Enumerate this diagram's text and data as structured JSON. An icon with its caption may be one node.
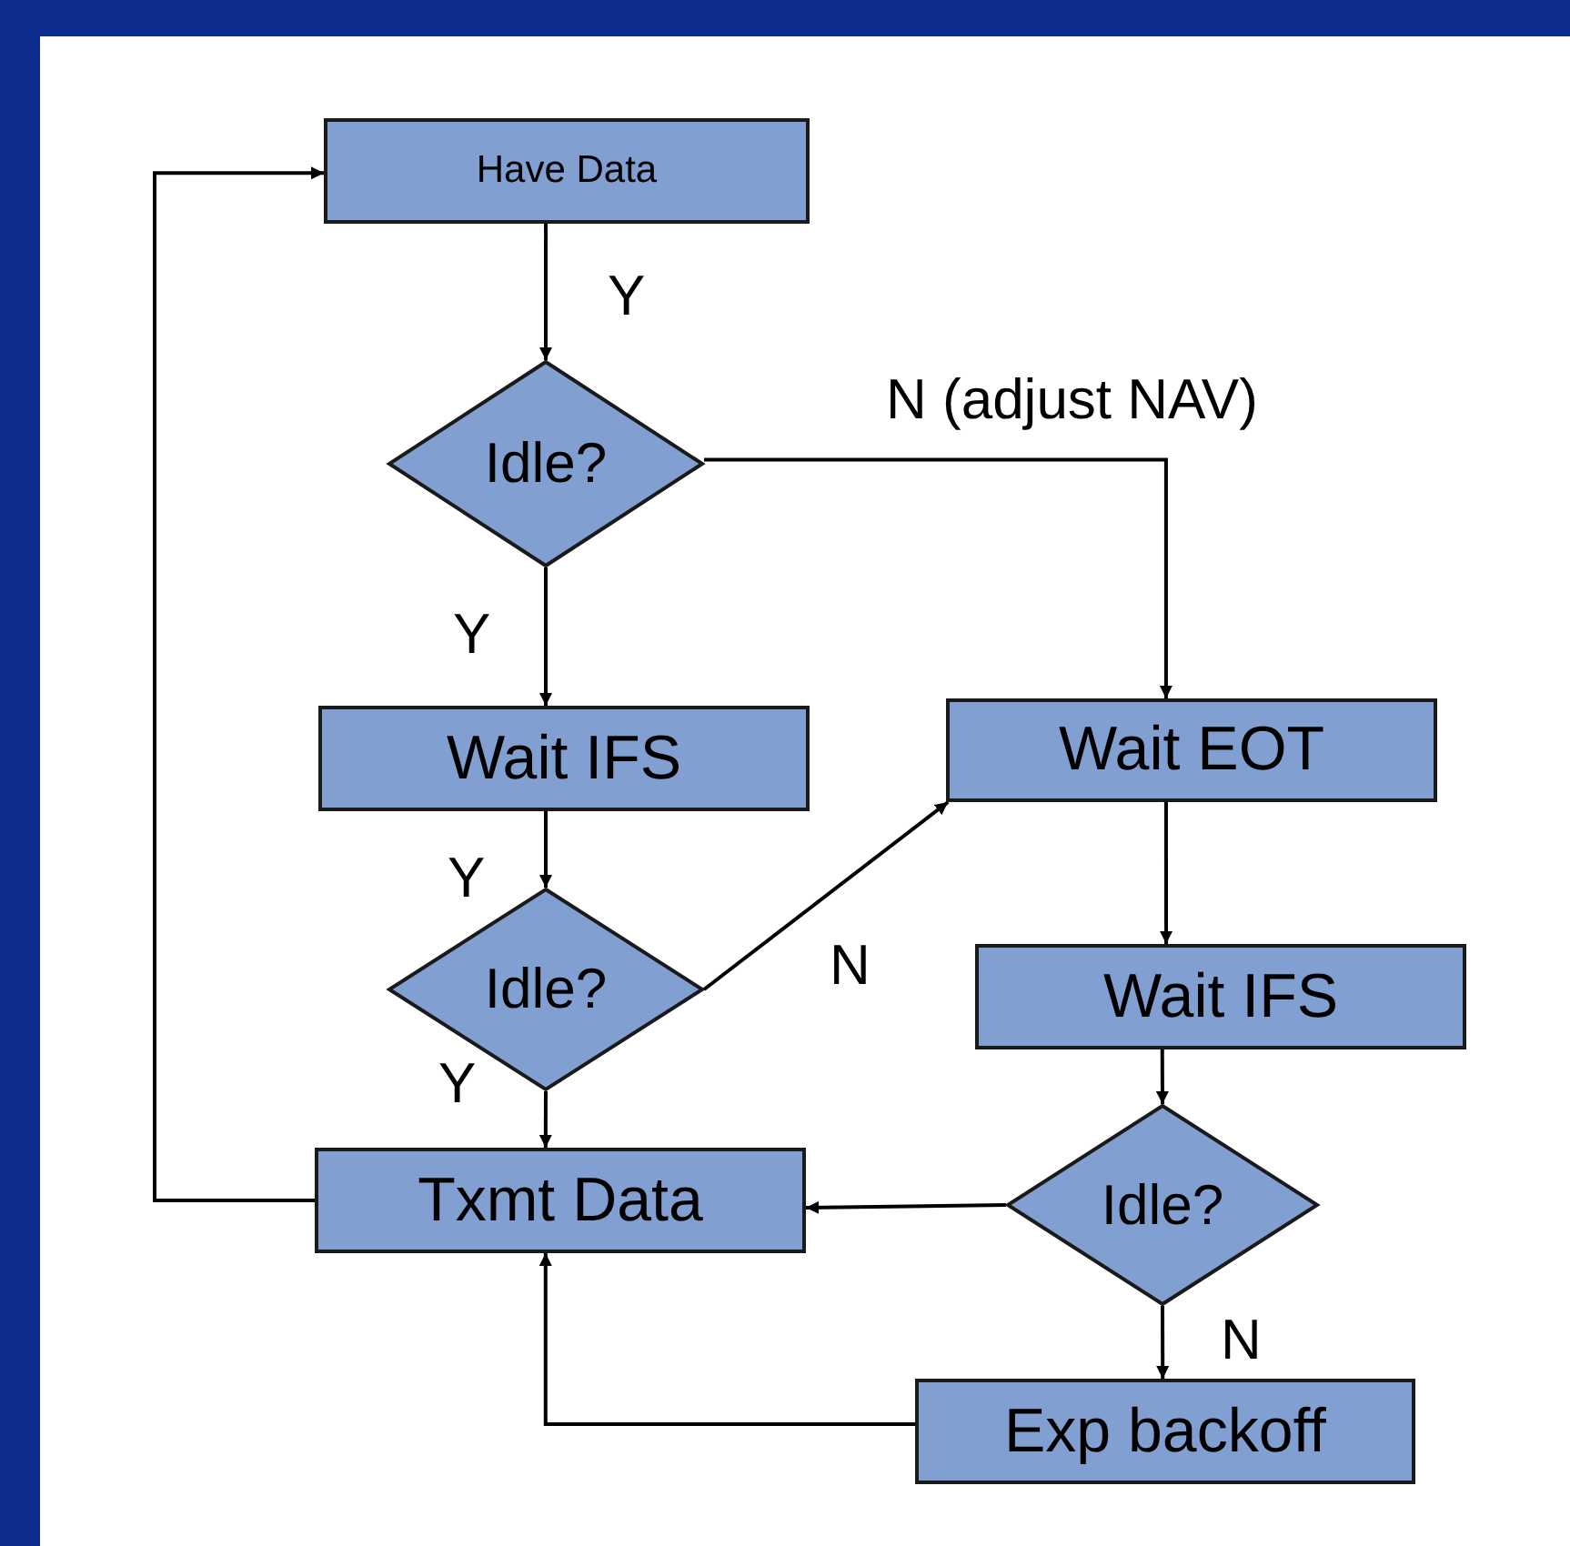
{
  "diagram": {
    "nodes": [
      {
        "text": [
          "Have Data"
        ]
      },
      {
        "text": [
          "Idle?"
        ]
      },
      {
        "text": [
          "Wait IFS"
        ]
      },
      {
        "text": [
          "Idle?"
        ]
      },
      {
        "text": [
          "Txmt Data"
        ]
      },
      {
        "text": [
          "Wait EOT"
        ]
      },
      {
        "text": [
          "Wait IFS"
        ]
      },
      {
        "text": [
          "Idle?"
        ]
      },
      {
        "text": [
          "Exp backoff"
        ]
      }
    ],
    "edges": [
      {
        "from": 0,
        "to": 1,
        "arrow": "to",
        "label": "Y"
      },
      {
        "from": 1,
        "to": 5,
        "arrow": "to",
        "label": "N (adjust NAV)"
      },
      {
        "from": 1,
        "to": 2,
        "arrow": "to",
        "label": "Y"
      },
      {
        "from": 2,
        "to": 3,
        "arrow": "to",
        "label": "Y"
      },
      {
        "from": 3,
        "to": 5,
        "arrow": "to",
        "label": "N"
      },
      {
        "from": 3,
        "to": 4,
        "arrow": "to",
        "label": "Y"
      },
      {
        "from": 5,
        "to": 6,
        "arrow": "to"
      },
      {
        "from": 6,
        "to": 7,
        "arrow": "to"
      },
      {
        "from": 7,
        "to": 4,
        "arrow": "to"
      },
      {
        "from": 7,
        "to": 8,
        "arrow": "to",
        "label": "N"
      },
      {
        "from": 8,
        "to": 4,
        "arrow": "to"
      },
      {
        "from": 4,
        "to": 0,
        "arrow": "to"
      }
    ]
  }
}
